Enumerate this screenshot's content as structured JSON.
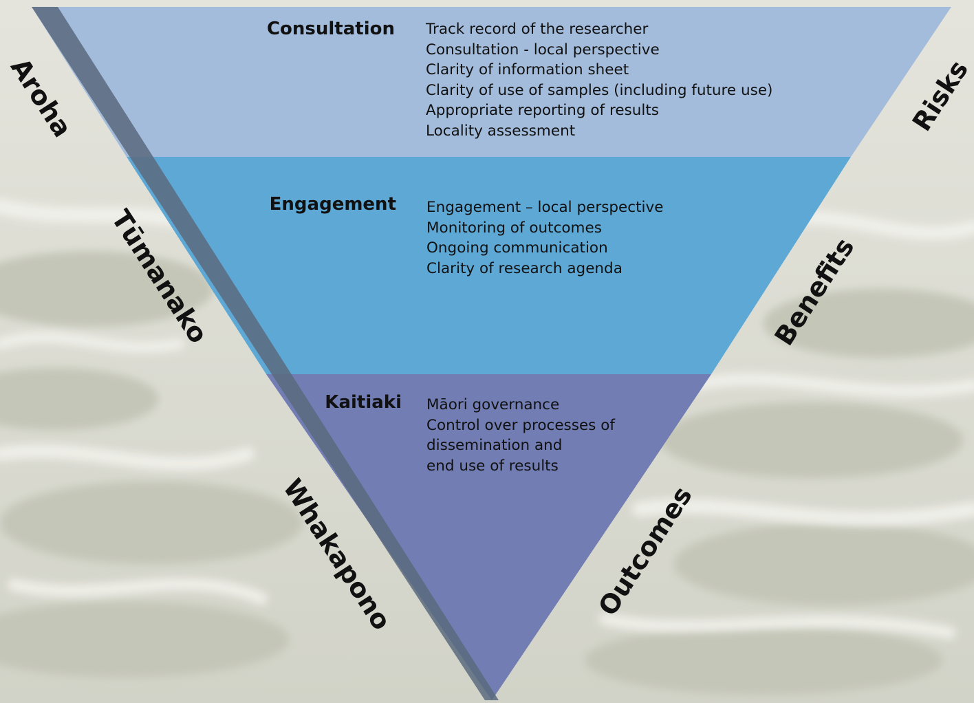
{
  "sections": [
    {
      "title": "Consultation",
      "color": "#a3bcdb",
      "items": [
        "Track record of the researcher",
        "Consultation  - local perspective",
        "Clarity of information sheet",
        "Clarity of use of samples (including future use)",
        "Appropriate reporting of results",
        "Locality assessment"
      ]
    },
    {
      "title": "Engagement",
      "color": "#5ea8d6",
      "items": [
        "Engagement – local perspective",
        "Monitoring of outcomes",
        "Ongoing communication",
        "Clarity of research agenda"
      ]
    },
    {
      "title": "Kaitiaki",
      "color": "#717db3",
      "items": [
        "Māori governance",
        "Control over processes of",
        "dissemination and",
        "end use of results"
      ]
    }
  ],
  "left_labels": [
    "Aroha",
    "Tūmanako",
    "Whakapono"
  ],
  "right_labels": [
    "Risks",
    "Benefits",
    "Outcomes"
  ],
  "colors": {
    "background": "#c9cdc0",
    "edge_band": "#5a6a7e"
  }
}
